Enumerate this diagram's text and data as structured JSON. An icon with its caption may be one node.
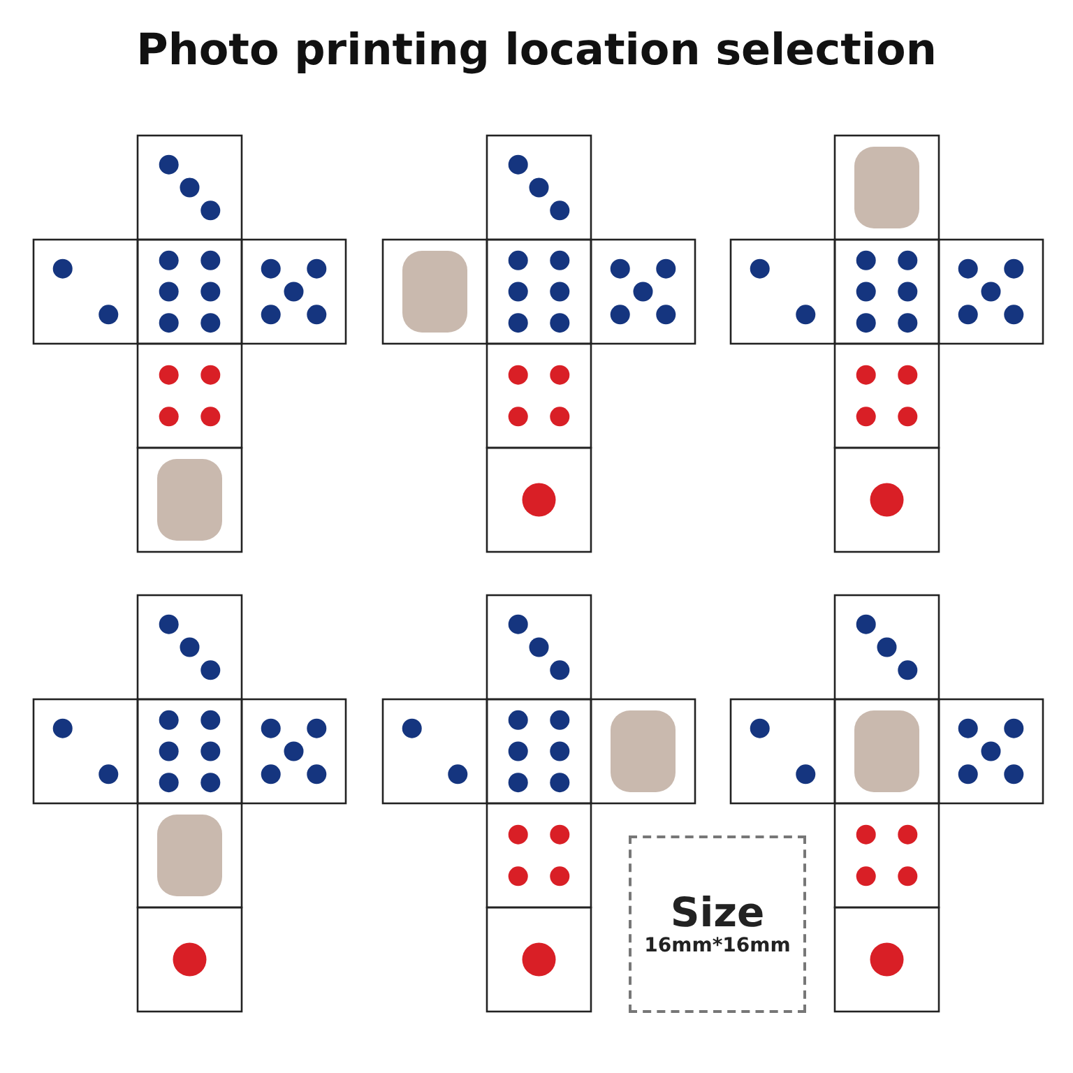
{
  "diagram": {
    "title": "Photo printing location selection",
    "nodes": [
      {
        "text": [
          "Size",
          "16mm*16mm"
        ]
      }
    ]
  }
}
